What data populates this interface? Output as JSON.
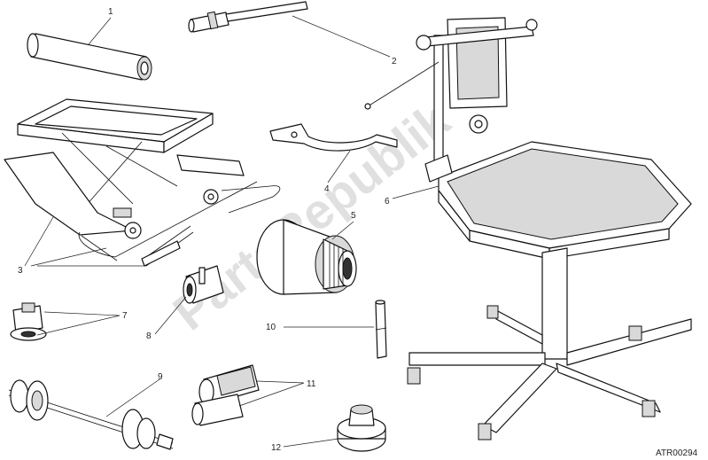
{
  "diagram": {
    "reference_code": "ATR00294",
    "watermark": "PartsRepublik",
    "callouts": [
      {
        "id": "c1",
        "label": "1"
      },
      {
        "id": "c2",
        "label": "2"
      },
      {
        "id": "c3",
        "label": "3"
      },
      {
        "id": "c4",
        "label": "4"
      },
      {
        "id": "c5",
        "label": "5"
      },
      {
        "id": "c6",
        "label": "6"
      },
      {
        "id": "c7",
        "label": "7"
      },
      {
        "id": "c8",
        "label": "8"
      },
      {
        "id": "c9",
        "label": "9"
      },
      {
        "id": "c10",
        "label": "10"
      },
      {
        "id": "c11",
        "label": "11"
      },
      {
        "id": "c12",
        "label": "12"
      }
    ]
  }
}
